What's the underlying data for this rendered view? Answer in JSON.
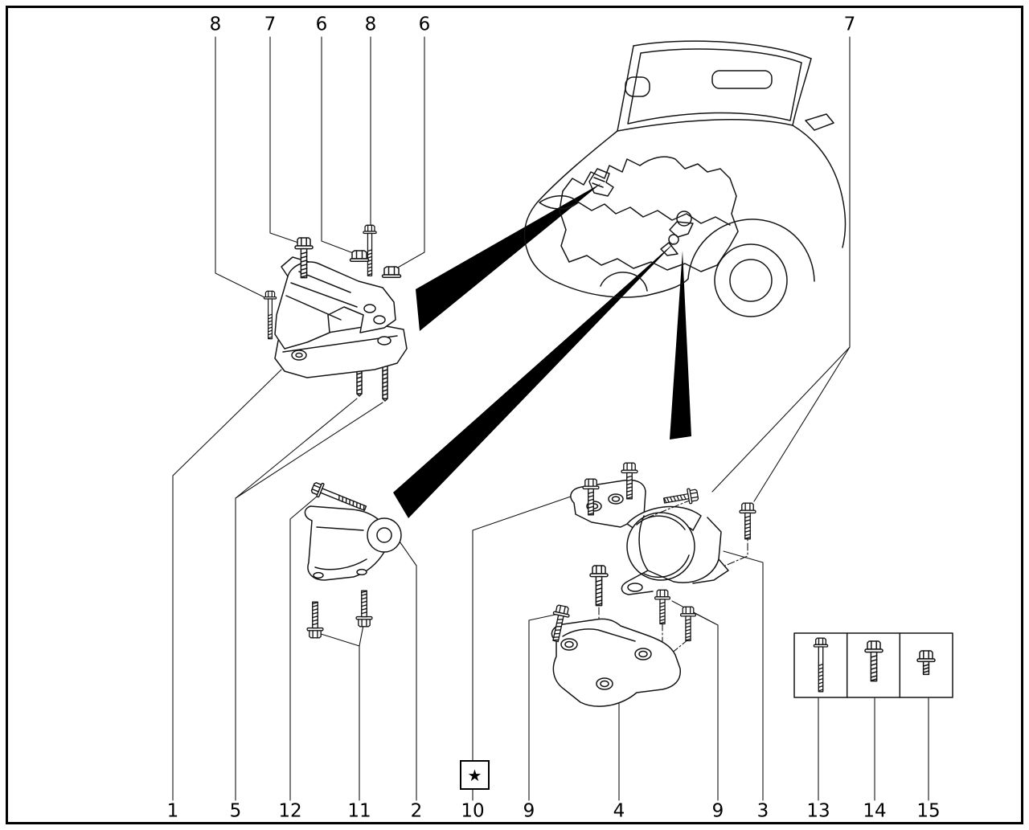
{
  "page": {
    "background_color": "#ffffff",
    "line_color": "#141414",
    "kind": "engine-mounting-exploded-parts-diagram"
  },
  "callouts_top": [
    {
      "label": "8"
    },
    {
      "label": "7"
    },
    {
      "label": "6"
    },
    {
      "label": "8"
    },
    {
      "label": "6"
    },
    {
      "label": "7"
    }
  ],
  "callouts_bottom": [
    {
      "label": "1"
    },
    {
      "label": "5"
    },
    {
      "label": "12"
    },
    {
      "label": "11"
    },
    {
      "label": "2"
    },
    {
      "label": "10"
    },
    {
      "label": "9"
    },
    {
      "label": "4"
    },
    {
      "label": "9"
    },
    {
      "label": "3"
    },
    {
      "label": "13"
    },
    {
      "label": "14"
    },
    {
      "label": "15"
    }
  ],
  "symbols": {
    "star": "★"
  },
  "legend": {
    "items": [
      {
        "number": "13",
        "icon": "long-flange-bolt-icon"
      },
      {
        "number": "14",
        "icon": "medium-flange-bolt-icon"
      },
      {
        "number": "15",
        "icon": "short-flange-bolt-icon"
      }
    ]
  }
}
